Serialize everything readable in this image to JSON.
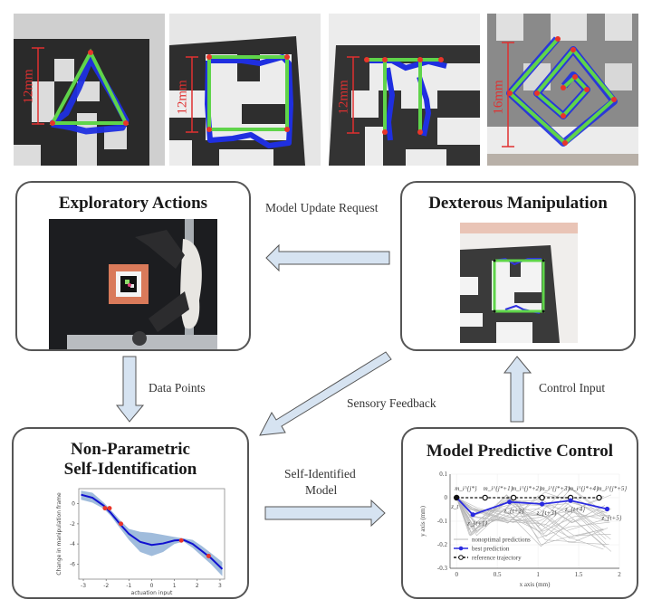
{
  "top_panels": [
    {
      "shape": "triangle",
      "scale_label": "12mm"
    },
    {
      "shape": "square",
      "scale_label": "12mm"
    },
    {
      "shape": "pi",
      "scale_label": "12mm"
    },
    {
      "shape": "spiral",
      "scale_label": "16mm"
    }
  ],
  "boxes": {
    "exploratory": {
      "title": "Exploratory Actions"
    },
    "dexterous": {
      "title": "Dexterous Manipulation"
    },
    "nonparam": {
      "title_line1": "Non-Parametric",
      "title_line2": "Self-Identification"
    },
    "mpc": {
      "title": "Model Predictive Control"
    }
  },
  "arrows": {
    "model_update_request": "Model Update Request",
    "data_points": "Data Points",
    "sensory_feedback": "Sensory Feedback",
    "control_input": "Control Input",
    "self_identified_line1": "Self-Identified",
    "self_identified_line2": "Model"
  },
  "colors": {
    "arrow_fill": "#d6e3f1",
    "arrow_stroke": "#555555",
    "box_border": "#555555",
    "trace_green": "#5fd44a",
    "trace_blue": "#1f2fe0",
    "waypoint_red": "#e8352a",
    "gp_mean": "#1010d0",
    "gp_band": "#8fb0d6",
    "best_prediction": "#2a2ae0"
  },
  "chart_data": [
    {
      "type": "line",
      "title": "",
      "xlabel": "actuation input",
      "ylabel": "Change in manipulation frame",
      "xlim": [
        -3.2,
        3.2
      ],
      "ylim": [
        -7.5,
        1.5
      ],
      "xticks": [
        "-3",
        "-2",
        "-1",
        "0",
        "1",
        "2",
        "3"
      ],
      "yticks": [
        "0",
        "-2",
        "-4",
        "-6"
      ],
      "series": [
        {
          "name": "mean",
          "x": [
            -3.1,
            -2.6,
            -2.1,
            -1.8,
            -1.4,
            -1.0,
            -0.5,
            0,
            0.5,
            1.0,
            1.4,
            1.8,
            2.2,
            2.6,
            3.1
          ],
          "y": [
            0.9,
            0.6,
            -0.2,
            -0.9,
            -2.0,
            -3.0,
            -3.8,
            -4.1,
            -3.95,
            -3.65,
            -3.6,
            -4.0,
            -4.7,
            -5.4,
            -6.5
          ]
        },
        {
          "name": "upper",
          "x": [
            -3.1,
            -2.6,
            -2.1,
            -1.8,
            -1.4,
            -1.0,
            -0.5,
            0,
            0.5,
            1.0,
            1.4,
            1.8,
            2.2,
            2.6,
            3.1
          ],
          "y": [
            1.3,
            1.1,
            0.1,
            -0.6,
            -1.6,
            -2.5,
            -2.8,
            -2.9,
            -3.1,
            -3.3,
            -3.45,
            -3.6,
            -4.2,
            -4.9,
            -5.8
          ]
        },
        {
          "name": "lower",
          "x": [
            -3.1,
            -2.6,
            -2.1,
            -1.8,
            -1.4,
            -1.0,
            -0.5,
            0,
            0.5,
            1.0,
            1.4,
            1.8,
            2.2,
            2.6,
            3.1
          ],
          "y": [
            0.4,
            0.1,
            -0.5,
            -1.2,
            -2.4,
            -3.6,
            -4.8,
            -5.2,
            -4.8,
            -4.0,
            -3.75,
            -4.4,
            -5.2,
            -6.0,
            -7.2
          ]
        }
      ],
      "points": {
        "x": [
          -2.05,
          -1.85,
          -1.35,
          1.3,
          2.5
        ],
        "y": [
          -0.45,
          -0.45,
          -2.0,
          -3.65,
          -5.2
        ]
      }
    },
    {
      "type": "line",
      "title": "",
      "xlabel": "x axis (mm)",
      "ylabel": "y axis (mm)",
      "xlim": [
        -0.08,
        2.0
      ],
      "ylim": [
        -0.3,
        0.1
      ],
      "xticks": [
        "0",
        "0.5",
        "1",
        "1.5",
        "2"
      ],
      "yticks": [
        "0.1",
        "0",
        "-0.1",
        "-0.2",
        "-0.3"
      ],
      "series": [
        {
          "name": "best prediction",
          "x": [
            0,
            0.2,
            0.65,
            1.05,
            1.4,
            1.85
          ],
          "y": [
            0,
            -0.072,
            -0.018,
            -0.027,
            -0.012,
            -0.048
          ]
        },
        {
          "name": "reference trajectory",
          "x": [
            0,
            0.35,
            0.7,
            1.05,
            1.4,
            1.75
          ],
          "y": [
            0,
            0,
            0,
            0,
            0,
            0
          ]
        }
      ],
      "legend": [
        "nonoptimal predictions",
        "best prediction",
        "reference trajectory"
      ],
      "legend_position": "bottom-left",
      "ref_labels": [
        "m_i^{j*}",
        "m_i^{j*+1}",
        "m_i^{j*+2}",
        "m_i^{j*+3}",
        "m_i^{j*+4}",
        "m_i^{j*+5}"
      ],
      "pred_labels": [
        "z_t",
        "z_{t+1}",
        "z_{t+2}",
        "z_{t+3}",
        "z_{t+4}",
        "z_{t+5}"
      ]
    }
  ]
}
